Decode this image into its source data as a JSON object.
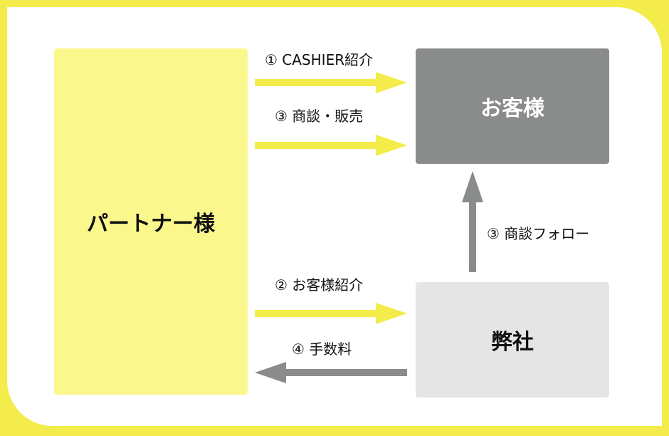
{
  "nodes": {
    "partner": "パートナー様",
    "customer": "お客様",
    "company": "弊社"
  },
  "edges": [
    {
      "id": "partner-to-customer-intro",
      "label": "① CASHIER紹介",
      "from": "partner",
      "to": "customer",
      "color": "#f4ec4a"
    },
    {
      "id": "partner-to-customer-sales",
      "label": "③ 商談・販売",
      "from": "partner",
      "to": "customer",
      "color": "#f4ec4a"
    },
    {
      "id": "company-to-customer-followup",
      "label": "③ 商談フォロー",
      "from": "company",
      "to": "customer",
      "color": "#8a8b8b"
    },
    {
      "id": "partner-to-company-referral",
      "label": "② お客様紹介",
      "from": "partner",
      "to": "company",
      "color": "#f4ec4a"
    },
    {
      "id": "company-to-partner-fee",
      "label": "④ 手数料",
      "from": "company",
      "to": "partner",
      "color": "#8a8b8b"
    }
  ],
  "colors": {
    "frame_border": "#f4ec4a",
    "partner_fill": "#faf88c",
    "customer_fill": "#8a8b8b",
    "company_fill": "#e5e5e5",
    "yellow_arrow": "#f4ec4a",
    "gray_arrow": "#8a8b8b"
  }
}
